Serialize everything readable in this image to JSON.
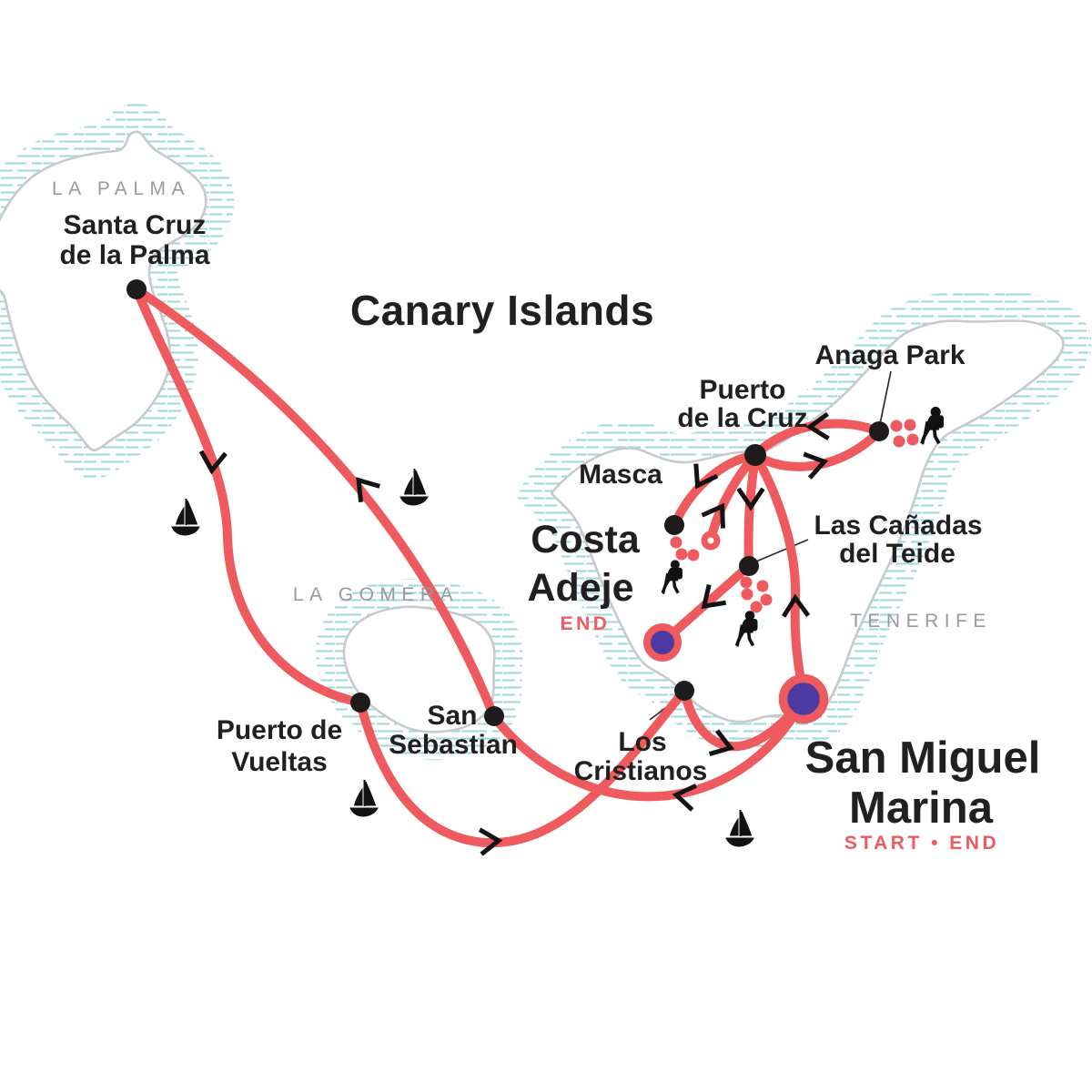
{
  "title": "Canary Islands",
  "islands": {
    "la_palma": {
      "label": "LA PALMA"
    },
    "la_gomera": {
      "label": "LA GOMERA"
    },
    "tenerife": {
      "label": "TENERIFE"
    }
  },
  "stops": {
    "santa_cruz": {
      "line1": "Santa Cruz",
      "line2": "de la Palma",
      "type": "port"
    },
    "puerto_vueltas": {
      "line1": "Puerto de",
      "line2": "Vueltas",
      "type": "port"
    },
    "san_sebastian": {
      "line1": "San",
      "line2": "Sebastian",
      "type": "port"
    },
    "los_cristianos": {
      "line1": "Los",
      "line2": "Cristianos",
      "type": "port"
    },
    "masca": {
      "label": "Masca",
      "type": "hike"
    },
    "puerto_cruz": {
      "line1": "Puerto",
      "line2": "de la Cruz",
      "type": "town"
    },
    "anaga": {
      "label": "Anaga Park",
      "type": "hike"
    },
    "teide": {
      "line1": "Las Cañadas",
      "line2": "del Teide",
      "type": "hike"
    },
    "costa_adeje": {
      "line1": "Costa",
      "line2": "Adeje",
      "badge": "END",
      "type": "finish"
    },
    "san_miguel": {
      "line1": "San Miguel",
      "line2": "Marina",
      "badge": "START • END",
      "type": "start-finish"
    }
  },
  "icons": {
    "sailboat": "sailboat-icon",
    "hiker": "hiker-icon",
    "direction_arrow": "chevron-arrow-icon",
    "hiking_trail": "dotted-trail",
    "trailhead": "donut-waypoint"
  },
  "colors": {
    "route": "#ee5a5e",
    "purple": "#4e38a1",
    "coast": "#c7caca",
    "hatch": "#9ed8dd",
    "island_label": "#97999b",
    "text": "#221f20"
  }
}
